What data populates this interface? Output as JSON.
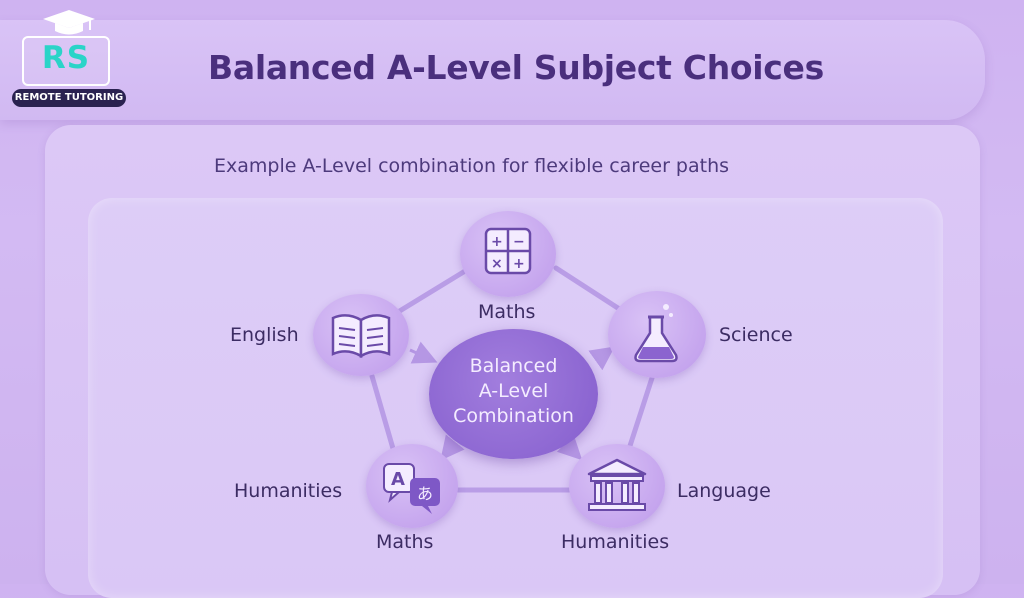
{
  "brand": {
    "letters": "RS",
    "tagline": "REMOTE TUTORING",
    "icon": "graduation-cap-icon"
  },
  "header": {
    "title": "Balanced A-Level Subject Choices"
  },
  "content": {
    "subtitle": "Example A-Level combination for flexible career paths"
  },
  "diagram": {
    "center": {
      "line1": "Balanced",
      "line2": "A-Level",
      "line3": "Combination"
    },
    "nodes": {
      "maths_top": {
        "label": "Maths",
        "icon": "calculator-icon"
      },
      "english": {
        "label": "English",
        "icon": "open-book-icon"
      },
      "science": {
        "label": "Science",
        "icon": "flask-icon"
      },
      "humanities_left": {
        "label": "Humanities",
        "sublabel": "Maths",
        "icon": "translate-icon"
      },
      "language": {
        "label": "Language",
        "sublabel": "Humanities",
        "icon": "museum-icon"
      }
    }
  },
  "colors": {
    "background": "#cfb3f1",
    "title": "#4a2f7d",
    "center_fill": "#8d67d2",
    "node_fill": "#c6a6ee",
    "connector": "#b597e4",
    "logo_accent": "#2ad4c8"
  }
}
